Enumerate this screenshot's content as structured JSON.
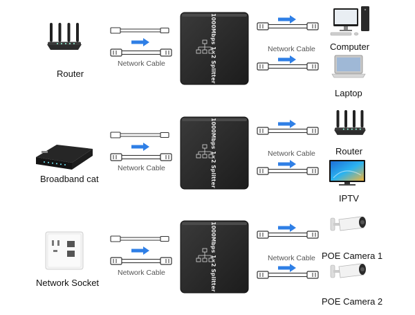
{
  "rows": [
    {
      "source_label": "Router",
      "source_icon": "wifi-router-icon",
      "input_cable_label": "Network Cable",
      "splitter_text": "1000Mbps 1×2 Splitter",
      "output_cable_label": "Network Cable",
      "targets": [
        {
          "label": "Computer",
          "icon": "desktop-computer-icon"
        },
        {
          "label": "Laptop",
          "icon": "laptop-icon"
        }
      ]
    },
    {
      "source_label": "Broadband cat",
      "source_icon": "broadband-modem-icon",
      "input_cable_label": "Network Cable",
      "splitter_text": "1000Mbps 1×2 Splitter",
      "output_cable_label": "Network Cable",
      "targets": [
        {
          "label": "Router",
          "icon": "wifi-router-icon"
        },
        {
          "label": "IPTV",
          "icon": "tv-icon"
        }
      ]
    },
    {
      "source_label": "Network Socket",
      "source_icon": "wall-socket-icon",
      "input_cable_label": "Network Cable",
      "splitter_text": "1000Mbps 1×2 Splitter",
      "output_cable_label": "Network Cable",
      "targets": [
        {
          "label": "POE Camera 1",
          "icon": "security-camera-icon"
        },
        {
          "label": "POE Camera 2",
          "icon": "security-camera-icon"
        }
      ]
    }
  ],
  "colors": {
    "arrow": "#2f7fe6",
    "splitter_body": "#2a2a2a",
    "text": "#111111",
    "cable_label": "#555555"
  }
}
